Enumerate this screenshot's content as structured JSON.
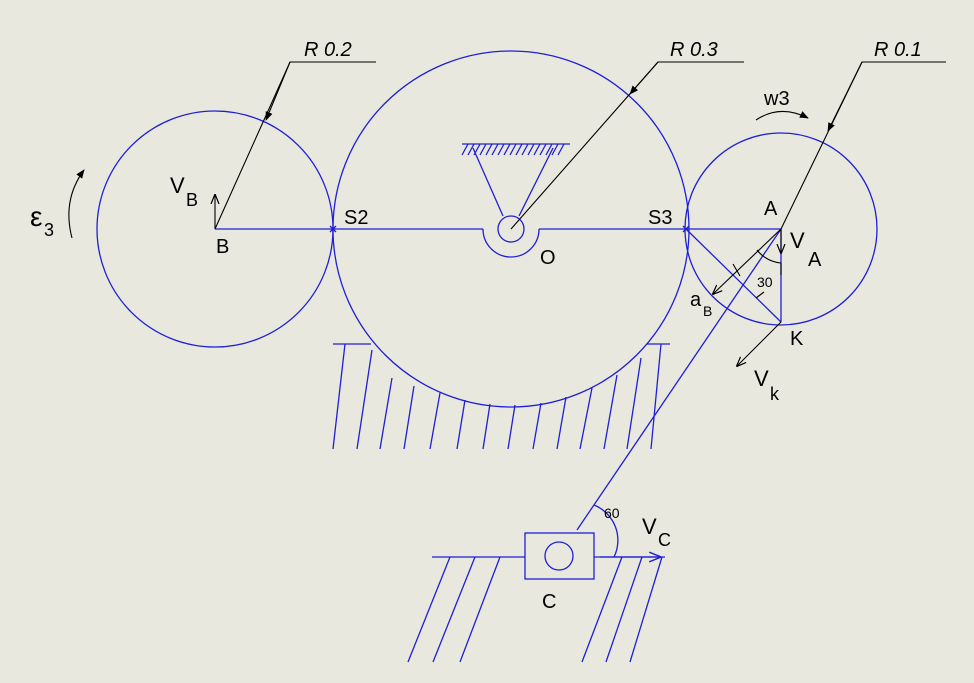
{
  "labels": {
    "r_b": "R 0.2",
    "r_o": "R 0.3",
    "r_a": "R 0.1",
    "w3": "w3",
    "eps_sym": "ε",
    "eps_sub": "3",
    "vb": "V",
    "vb_sub": "B",
    "b": "B",
    "s2": "S2",
    "o": "O",
    "s3": "S3",
    "a": "A",
    "va": "V",
    "va_sub": "A",
    "angle30": "30",
    "ab": "a",
    "ab_sub": "B",
    "k": "K",
    "vk": "V",
    "vk_sub": "k",
    "angle60": "60",
    "vc": "V",
    "vc_sub": "C",
    "c": "C"
  },
  "colors": {
    "background": "#e9e8de",
    "mechanism": "#1f1fd6",
    "annotation": "#000000"
  }
}
